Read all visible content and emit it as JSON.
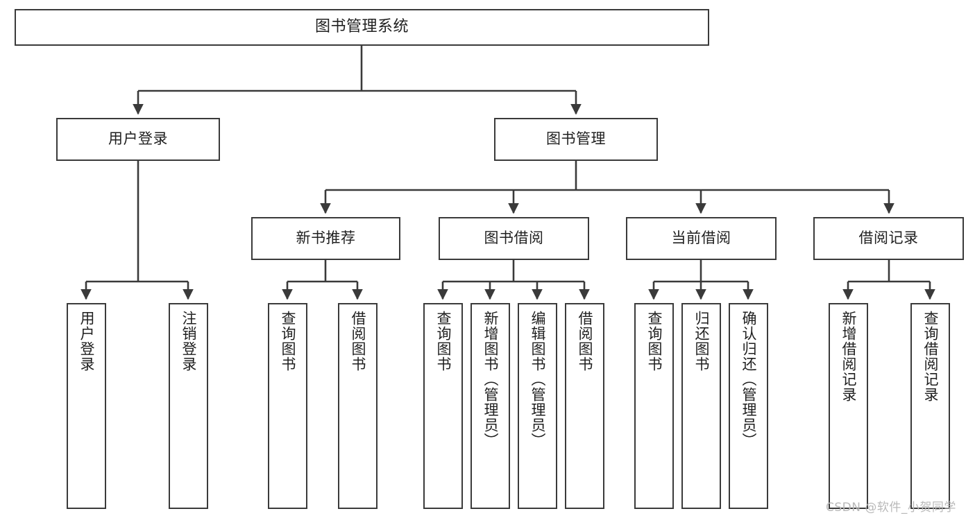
{
  "diagram": {
    "title": "图书管理系统",
    "type": "tree-structure-chart",
    "colors": {
      "box_border": "#3a3a3a",
      "box_fill": "#ffffff",
      "edge": "#3a3a3a",
      "text": "#1f1f1f",
      "watermark": "#b9b9b9"
    },
    "root": {
      "label": "图书管理系统"
    },
    "level2": [
      {
        "label": "用户登录"
      },
      {
        "label": "图书管理"
      }
    ],
    "level3": [
      {
        "label": "新书推荐"
      },
      {
        "label": "图书借阅"
      },
      {
        "label": "当前借阅"
      },
      {
        "label": "借阅记录"
      }
    ],
    "leaves": {
      "user_login": [
        {
          "label": "用户登录"
        },
        {
          "label": "注销登录"
        }
      ],
      "new_book_recommend": [
        {
          "label": "查询图书"
        },
        {
          "label": "借阅图书"
        }
      ],
      "book_borrow": [
        {
          "label": "查询图书"
        },
        {
          "label": "新增图书（管理员）"
        },
        {
          "label": "编辑图书（管理员）"
        },
        {
          "label": "借阅图书"
        }
      ],
      "current_borrow": [
        {
          "label": "查询图书"
        },
        {
          "label": "归还图书"
        },
        {
          "label": "确认归还（管理员）"
        }
      ],
      "borrow_record": [
        {
          "label": "新增借阅记录"
        },
        {
          "label": "查询借阅记录"
        }
      ]
    },
    "watermark": "CSDN @软件_小贺同学"
  }
}
